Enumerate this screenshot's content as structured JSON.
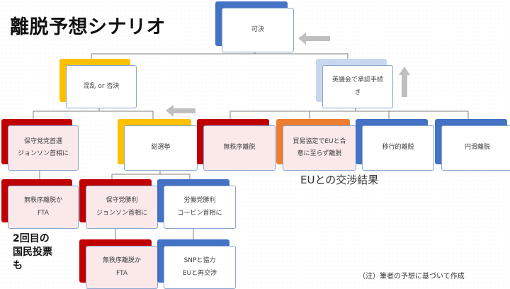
{
  "title": "離脱予想シナリオ",
  "colors": {
    "blue": "#4472c4",
    "lightblue": "#c9d7ee",
    "yellow": "#ffc000",
    "red": "#c00000",
    "orange": "#ed7d31",
    "pink": "#fbe9e9",
    "connector": "#7f7f7f",
    "arrow": "#bfbfbf"
  },
  "nodes": {
    "pass": {
      "lines": [
        "可決"
      ],
      "accent": "blue"
    },
    "confusion": {
      "lines": [
        "混乱 or 否決"
      ],
      "accent": "yellow"
    },
    "parliament_approval": {
      "lines": [
        "英議会で承認手続",
        "き"
      ],
      "accent": "lightblue"
    },
    "conservative_wins_johnson": {
      "lines": [
        "保守党党首選",
        "ジョンソン首相に"
      ],
      "accent": "red"
    },
    "general_election": {
      "lines": [
        "総選挙"
      ],
      "accent": "yellow"
    },
    "no_deal_1": {
      "lines": [
        "無秩序離脱"
      ],
      "accent": "red"
    },
    "trade_agreement": {
      "lines": [
        "貿易協定でEUと合",
        "意に至らず離脱"
      ],
      "accent": "orange"
    },
    "transitional": {
      "lines": [
        "移行的離脱"
      ],
      "accent": "blue"
    },
    "smooth": {
      "lines": [
        "円滑離脱"
      ],
      "accent": "blue"
    },
    "no_deal_or_fta_1": {
      "lines": [
        "無秩序離脱か",
        "FTA"
      ],
      "accent": "red"
    },
    "conservative_victory": {
      "lines": [
        "保守党勝利",
        "ジョンソン首相に"
      ],
      "accent": "red"
    },
    "labour_victory": {
      "lines": [
        "労働党勝利",
        "コービン首相に"
      ],
      "accent": "blue"
    },
    "no_deal_or_fta_2": {
      "lines": [
        "無秩序離脱か",
        "FTA"
      ],
      "accent": "red"
    },
    "snp_renegotiate": {
      "lines": [
        "SNPと協力",
        "EUと再交渉"
      ],
      "accent": "blue"
    }
  },
  "labels": {
    "negotiation_result": "EUとの交渉結果",
    "second_referendum": [
      "2回目の",
      "国民投票",
      "も"
    ],
    "footnote": "（注）筆者の予想に基づいて作成"
  }
}
